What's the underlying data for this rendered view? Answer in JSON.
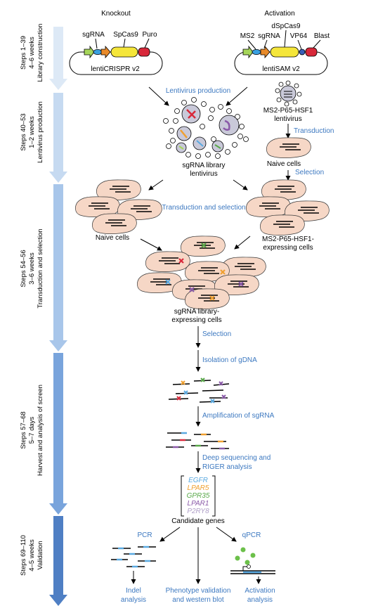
{
  "stages": [
    {
      "steps": "Steps 1–39",
      "duration": "4–6 weeks",
      "name": "Library construction"
    },
    {
      "steps": "Steps 40–53",
      "duration": "1–2 weeks",
      "name": "Lentivirus production"
    },
    {
      "steps": "Steps 54–56",
      "duration": "3–6 weeks",
      "name": "Transduction and selection"
    },
    {
      "steps": "Steps 57–68",
      "duration": "5–7 days",
      "name": "Harvest and analysis of screen"
    },
    {
      "steps": "Steps 69–110",
      "duration": "4–5 weeks",
      "name": "Validation"
    }
  ],
  "headers": {
    "knockout": "Knockout",
    "activation": "Activation"
  },
  "plasmids": {
    "knockout": {
      "parts": [
        "sgRNA",
        "SpCas9",
        "Puro"
      ],
      "name": "lentiCRISPR v2"
    },
    "activation": {
      "parts": [
        "MS2",
        "sgRNA",
        "dSpCas9",
        "VP64",
        "Blast"
      ],
      "name": "lentiSAM v2"
    }
  },
  "labels": {
    "lentivirus_production": "Lentivirus production",
    "ms2_lentivirus": [
      "MS2-P65-HSF1",
      "lentivirus"
    ],
    "transduction": "Transduction",
    "naive_cells_right": "Naive cells",
    "selection_right": "Selection",
    "sgrna_library_lentivirus": [
      "sgRNA library",
      "lentivirus"
    ],
    "transduction_and_selection": "Transduction and selection",
    "naive_cells_left": "Naive cells",
    "ms2_expressing_cells": [
      "MS2-P65-HSF1-",
      "expressing cells"
    ],
    "sgrna_library_cells": [
      "sgRNA library-",
      "expressing cells"
    ],
    "selection": "Selection",
    "isolation": "Isolation of gDNA",
    "amplification": "Amplification of sgRNA",
    "deep_seq": [
      "Deep sequencing and",
      "RIGER analysis"
    ],
    "candidate_genes": "Candidate genes",
    "pcr": "PCR",
    "qpcr": "qPCR",
    "indel": [
      "Indel",
      "analysis"
    ],
    "phenotype": [
      "Phenotype validation",
      "and western blot"
    ],
    "activation_analysis": [
      "Activation",
      "analysis"
    ]
  },
  "genes": [
    {
      "name": "EGFR",
      "color": "#5aa9e0"
    },
    {
      "name": "LPAR5",
      "color": "#f0a030"
    },
    {
      "name": "GPR35",
      "color": "#58a848"
    },
    {
      "name": "LPAR1",
      "color": "#8a5aa8"
    },
    {
      "name": "P2RY8",
      "color": "#b0a0c8"
    }
  ],
  "colors": {
    "accent_text": "#3c78c0",
    "cell_fill": "#f6d7c6",
    "timeline_top": "#dbe8f6",
    "timeline_bottom": "#4f7fc4"
  }
}
